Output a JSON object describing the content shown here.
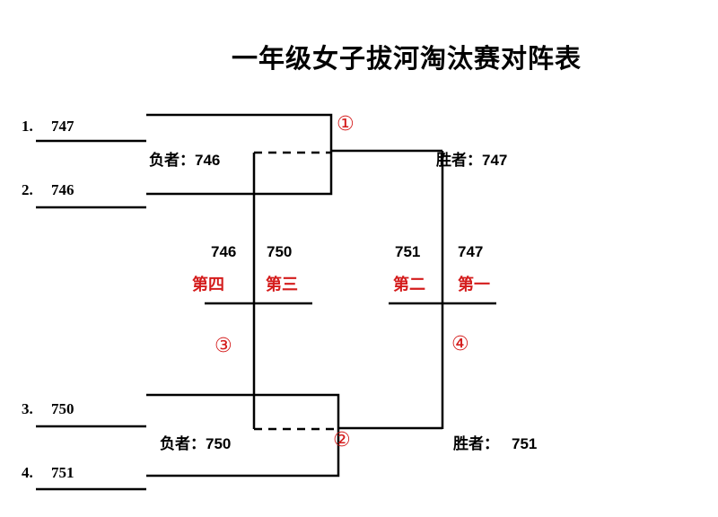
{
  "title": "一年级女子拔河淘汰赛对阵表",
  "seeds": [
    {
      "no": "1.",
      "team": "747"
    },
    {
      "no": "2.",
      "team": "746"
    },
    {
      "no": "3.",
      "team": "750"
    },
    {
      "no": "4.",
      "team": "751"
    }
  ],
  "match_markers": [
    "①",
    "②",
    "③",
    "④"
  ],
  "results": {
    "loser_top_label": "负者：",
    "loser_top_team": "746",
    "winner_top_label": "胜者：",
    "winner_top_team": "747",
    "loser_bottom_label": "负者：",
    "loser_bottom_team": "750",
    "winner_bottom_label": "胜者：",
    "winner_bottom_team": "751"
  },
  "placings": [
    {
      "team": "746",
      "rank": "第四"
    },
    {
      "team": "750",
      "rank": "第三"
    },
    {
      "team": "751",
      "rank": "第二"
    },
    {
      "team": "747",
      "rank": "第一"
    }
  ],
  "colors": {
    "accent": "#d41c1c",
    "line": "#000000"
  }
}
